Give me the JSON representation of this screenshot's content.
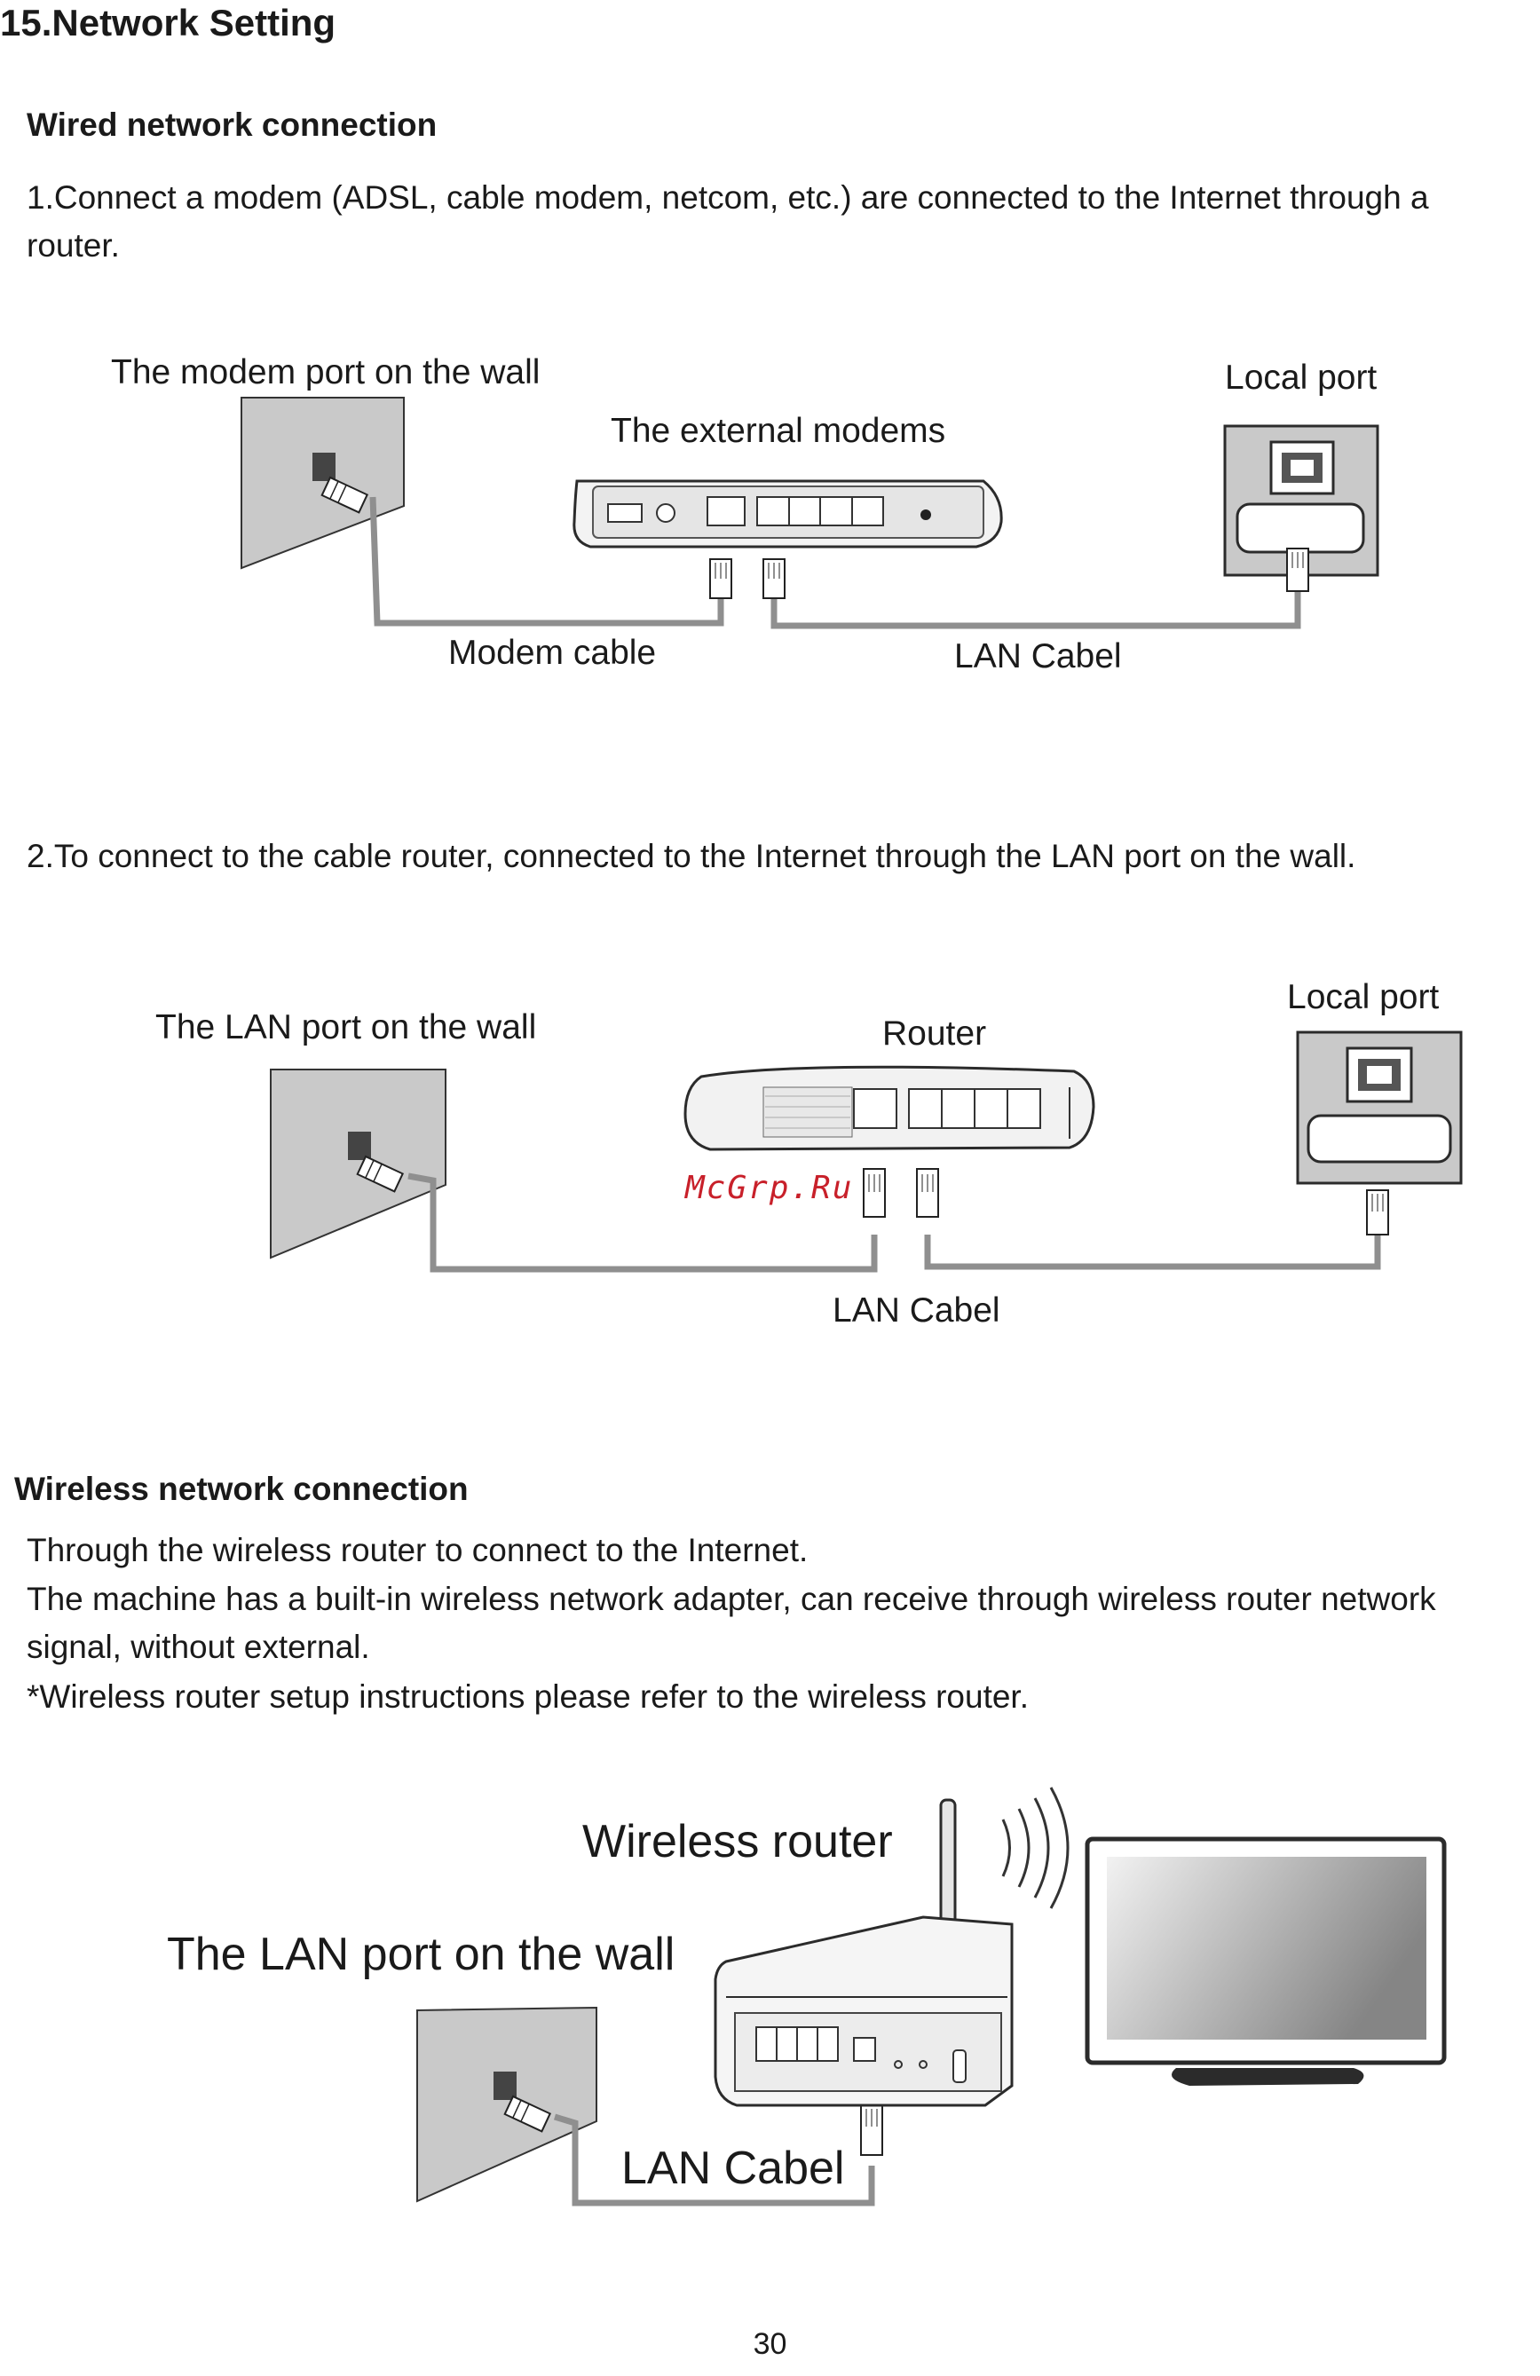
{
  "title": "15.Network Setting",
  "wired": {
    "heading": "Wired network connection",
    "step1": "1.Connect a modem (ADSL, cable modem, netcom, etc.) are connected to the Internet through a router.",
    "diagram1": {
      "wall_label": "The modem port on the wall",
      "modem_label": "The external modems",
      "local_port_label": "Local port",
      "modem_cable_label": "Modem cable",
      "lan_cable_label": "LAN Cabel"
    },
    "step2": "2.To connect to the cable router, connected to the Internet through the LAN port on the wall.",
    "diagram2": {
      "wall_label": "The LAN port on the wall",
      "router_label": "Router",
      "local_port_label": "Local port",
      "lan_cable_label": "LAN Cabel",
      "watermark": "McGrp.Ru"
    }
  },
  "wireless": {
    "heading": "Wireless network connection",
    "line1": "Through the wireless router to connect to the Internet.",
    "line2": "The machine has a built-in wireless network adapter, can receive through wireless router network signal, without external.",
    "line3": "*Wireless router setup instructions please refer to the wireless router.",
    "diagram3": {
      "router_label": "Wireless router",
      "wall_label": "The LAN port on the wall",
      "lan_cable_label": "LAN Cabel"
    }
  },
  "page_number": "30",
  "colors": {
    "cable": "#8f8f8f",
    "wall": "#c9c9c9",
    "outline": "#2b2b2b",
    "screen": "#9a9a9a"
  }
}
